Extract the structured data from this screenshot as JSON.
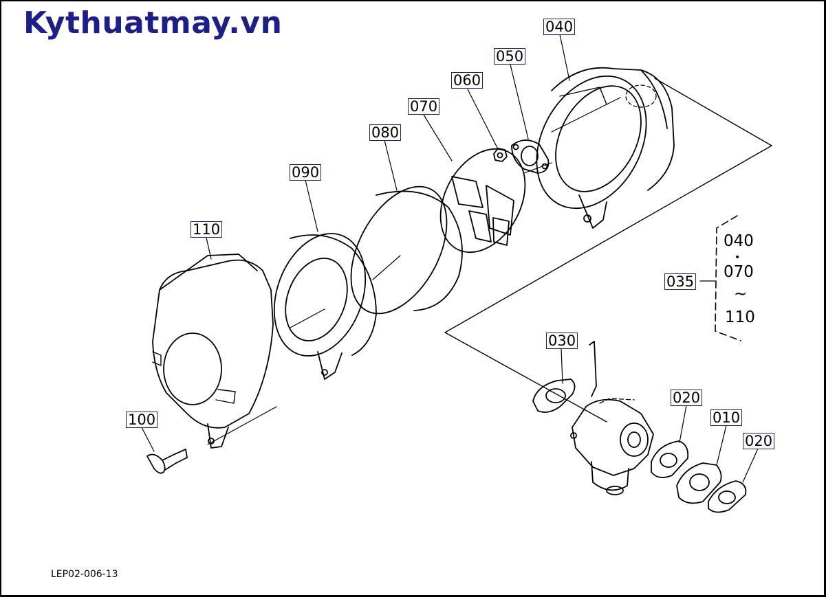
{
  "brand": "Kythuatmay.vn",
  "drawing_code": "LEP02-006-13",
  "callouts": {
    "c040": "040",
    "c050": "050",
    "c060": "060",
    "c070": "070",
    "c080": "080",
    "c090": "090",
    "c110": "110",
    "c100": "100",
    "c030": "030",
    "c020a": "020",
    "c010": "010",
    "c020b": "020",
    "c035": "035"
  },
  "group": {
    "from": "040",
    "dot": "•",
    "mid": "070",
    "tilde": "~",
    "to": "110"
  },
  "colors": {
    "brand": "#1c1f8a",
    "line": "#000000",
    "callout_border": "#1c1f8a"
  }
}
